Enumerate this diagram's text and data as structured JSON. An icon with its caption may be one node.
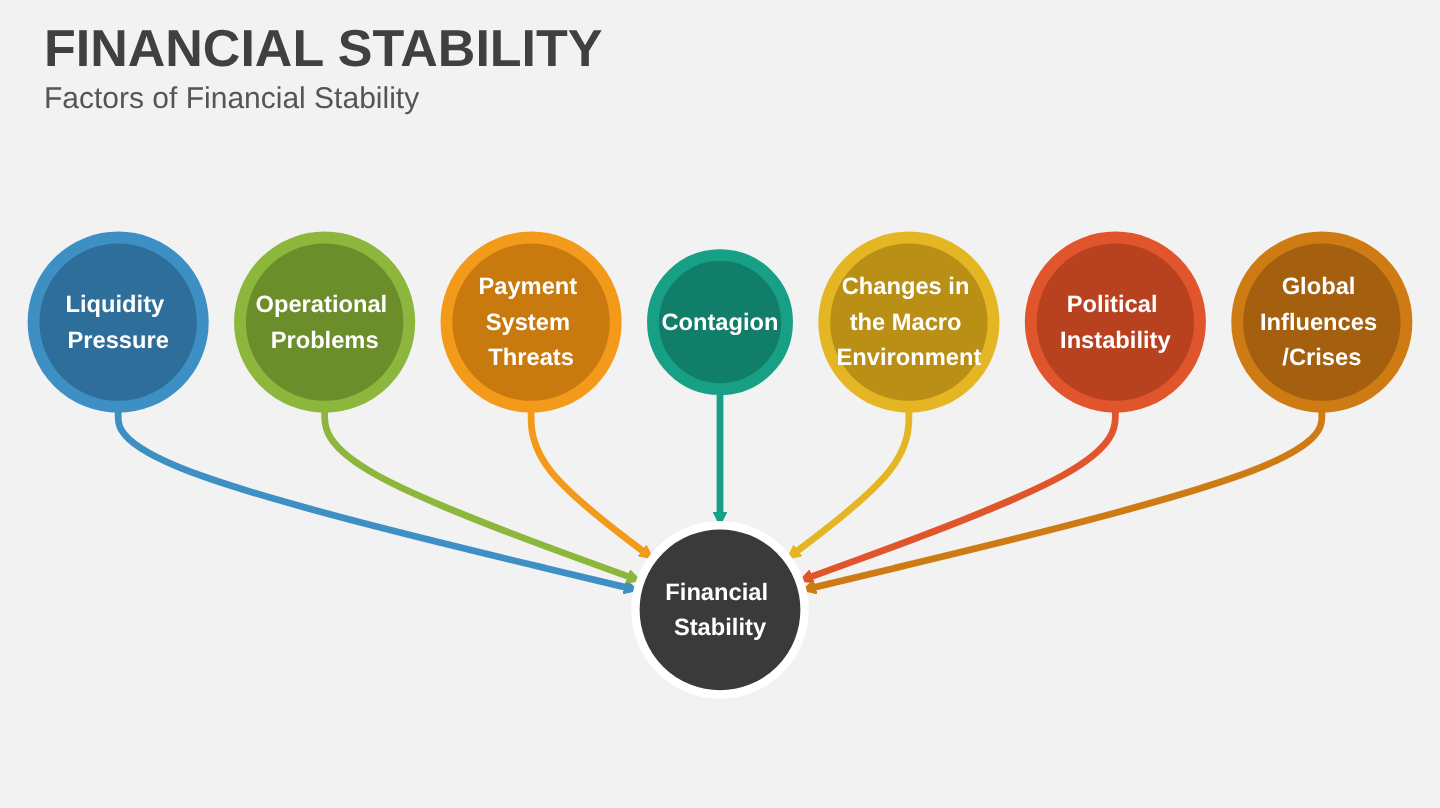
{
  "diagram": {
    "title": "FINANCIAL STABILITY",
    "nodes": [
      {
        "text": [
          "Financial Stability"
        ]
      },
      {
        "text": [
          "Liquidity Pressure"
        ]
      },
      {
        "text": [
          "Operational Problems"
        ]
      },
      {
        "text": [
          "Payment System Threats"
        ]
      },
      {
        "text": [
          "Contagion"
        ]
      },
      {
        "text": [
          "Changes in the Macro Environment"
        ]
      },
      {
        "text": [
          "Political Instability"
        ]
      },
      {
        "text": [
          "Global Influences /Crises"
        ]
      }
    ],
    "edges": [
      {
        "from": 1,
        "to": 0,
        "arrow": "to",
        "color": "#3d8fc4"
      },
      {
        "from": 2,
        "to": 0,
        "arrow": "to",
        "color": "#8db63c"
      },
      {
        "from": 3,
        "to": 0,
        "arrow": "to",
        "color": "#f39a1a"
      },
      {
        "from": 4,
        "to": 0,
        "arrow": "to",
        "color": "#17a085"
      },
      {
        "from": 5,
        "to": 0,
        "arrow": "to",
        "color": "#e5b623"
      },
      {
        "from": 6,
        "to": 0,
        "arrow": "to",
        "color": "#e0552b"
      },
      {
        "from": 7,
        "to": 0,
        "arrow": "to",
        "color": "#cf7b14"
      }
    ],
    "labels": [
      "Factors of Financial Stability"
    ]
  }
}
